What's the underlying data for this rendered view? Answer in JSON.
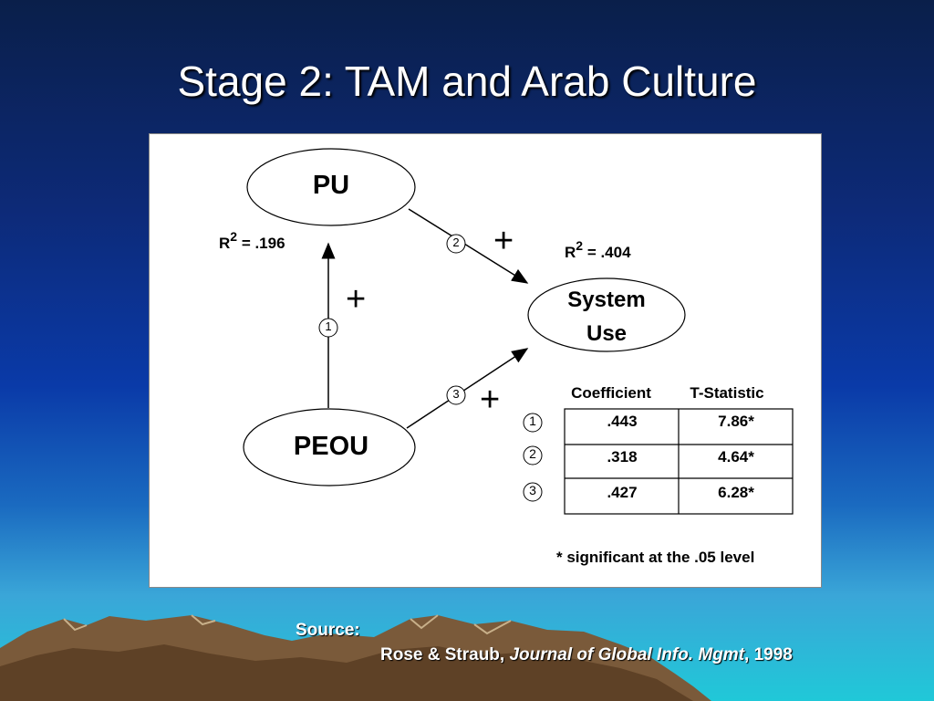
{
  "slide": {
    "title": "Stage 2: TAM and Arab Culture"
  },
  "diagram": {
    "nodes": {
      "pu": "PU",
      "peou": "PEOU",
      "system_use_line1": "System",
      "system_use_line2": "Use"
    },
    "r2": {
      "pu": {
        "prefix": "R",
        "sup": "2",
        "value": "= .196"
      },
      "system_use": {
        "prefix": "R",
        "sup": "2",
        "value": "= .404"
      }
    },
    "paths": [
      {
        "number": "1",
        "sign": "+"
      },
      {
        "number": "2",
        "sign": "+"
      },
      {
        "number": "3",
        "sign": "+"
      }
    ]
  },
  "table": {
    "headers": [
      "Coefficient",
      "T-Statistic"
    ],
    "rows": [
      {
        "path": "1",
        "coefficient": ".443",
        "t_statistic": "7.86*"
      },
      {
        "path": "2",
        "coefficient": ".318",
        "t_statistic": "4.64*"
      },
      {
        "path": "3",
        "coefficient": ".427",
        "t_statistic": "6.28*"
      }
    ],
    "footnote": "* significant at the .05 level"
  },
  "source": {
    "label": "Source:",
    "authors": "Rose & Straub, ",
    "journal": "Journal of Global Info. Mgmt",
    "year": ", 1998"
  }
}
